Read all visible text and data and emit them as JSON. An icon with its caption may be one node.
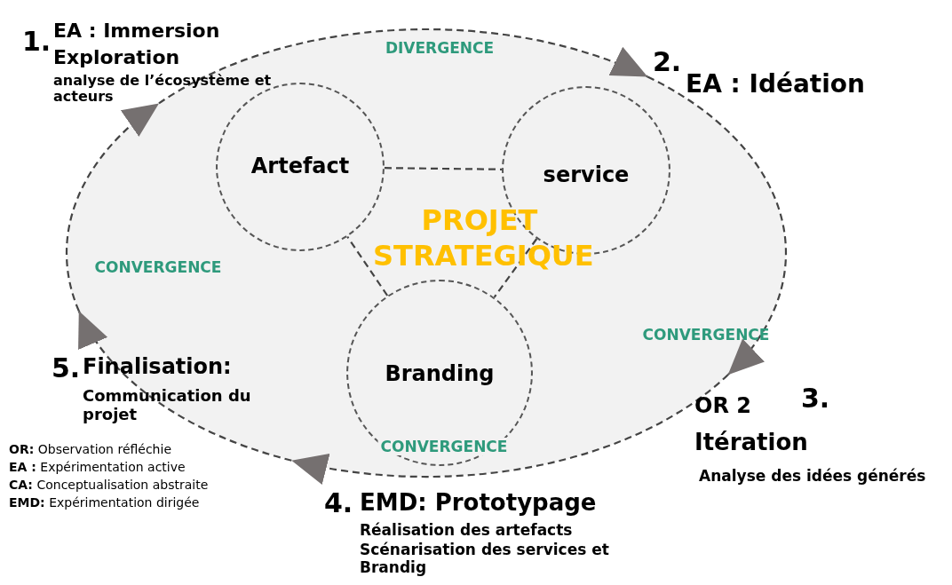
{
  "diagram": {
    "nodes": [
      {
        "text": [
          "1.",
          "EA : Immersion",
          "Exploration",
          "analyse de l’écosystème et acteurs"
        ]
      },
      {
        "text": [
          "2.",
          "EA : Idéation"
        ]
      },
      {
        "text": [],
        "shape": "ellipse"
      },
      {
        "text": [
          "Artefact"
        ],
        "in": 2
      },
      {
        "text": [
          "service"
        ],
        "in": 2
      },
      {
        "text": [
          "Branding"
        ],
        "in": 2
      },
      {
        "text": [
          "5.",
          "Finalisation:",
          "Communication du projet"
        ]
      },
      {
        "text": [
          "OR 2",
          "3.",
          "Itération",
          "Analyse des idées générés"
        ]
      },
      {
        "text": [
          "4.",
          "EMD: Prototypage",
          "Réalisation des artefacts",
          "Scénarisation des services et Brandig"
        ]
      }
    ],
    "edges": [
      {
        "from": 6,
        "to": 0,
        "arrow": "to",
        "style": "dashed"
      },
      {
        "from": 0,
        "to": 1,
        "arrow": "to",
        "style": "dashed"
      },
      {
        "from": 1,
        "to": 7,
        "arrow": "to",
        "style": "dashed"
      },
      {
        "from": 7,
        "to": 8,
        "arrow": "to",
        "style": "dashed"
      },
      {
        "from": 8,
        "to": 6,
        "arrow": "to",
        "style": "dashed"
      },
      {
        "from": 3,
        "to": 4,
        "arrow": "none",
        "style": "dashed"
      },
      {
        "from": 4,
        "to": 5,
        "arrow": "none",
        "style": "dashed"
      },
      {
        "from": 5,
        "to": 3,
        "arrow": "none",
        "style": "dashed"
      }
    ],
    "labels": [
      "DIVERGENCE",
      "PROJET STRATEGIQUE",
      "CONVERGENCE",
      "CONVERGENCE",
      "CONVERGENCE",
      "**OR:** Observation réfléchie",
      "**EA :** Expérimentation active",
      "**CA:** Conceptualisation abstraite",
      "**EMD:** Expérimentation dirigée"
    ]
  }
}
